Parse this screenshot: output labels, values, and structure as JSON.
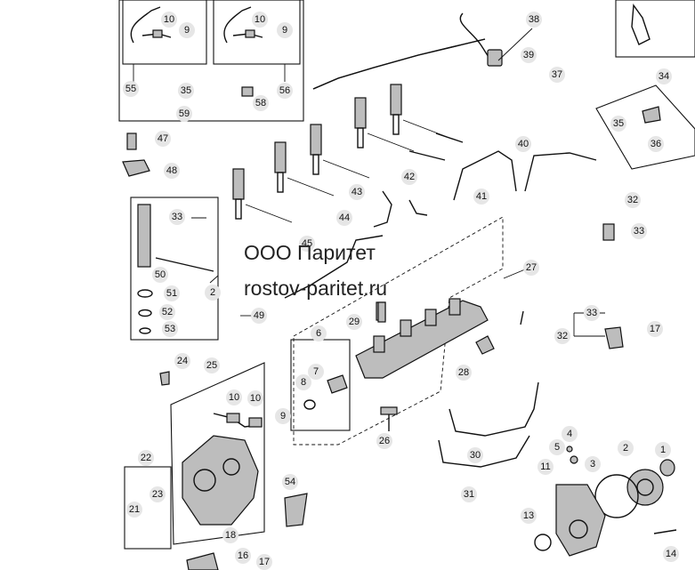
{
  "watermark": {
    "line1": "ООО Паритет",
    "line2": "rostov-paritet.ru"
  },
  "callouts": [
    "1",
    "2",
    "3",
    "4",
    "5",
    "6",
    "7",
    "8",
    "9",
    "9",
    "9",
    "10",
    "10",
    "10",
    "10",
    "11",
    "13",
    "14",
    "16",
    "17",
    "17",
    "18",
    "21",
    "22",
    "23",
    "24",
    "25",
    "26",
    "27",
    "28",
    "29",
    "30",
    "31",
    "32",
    "32",
    "33",
    "33",
    "33",
    "34",
    "35",
    "35",
    "36",
    "37",
    "38",
    "39",
    "40",
    "41",
    "42",
    "43",
    "44",
    "45",
    "47",
    "48",
    "49",
    "50",
    "51",
    "52",
    "53",
    "54",
    "55",
    "56",
    "58",
    "59",
    "2"
  ]
}
